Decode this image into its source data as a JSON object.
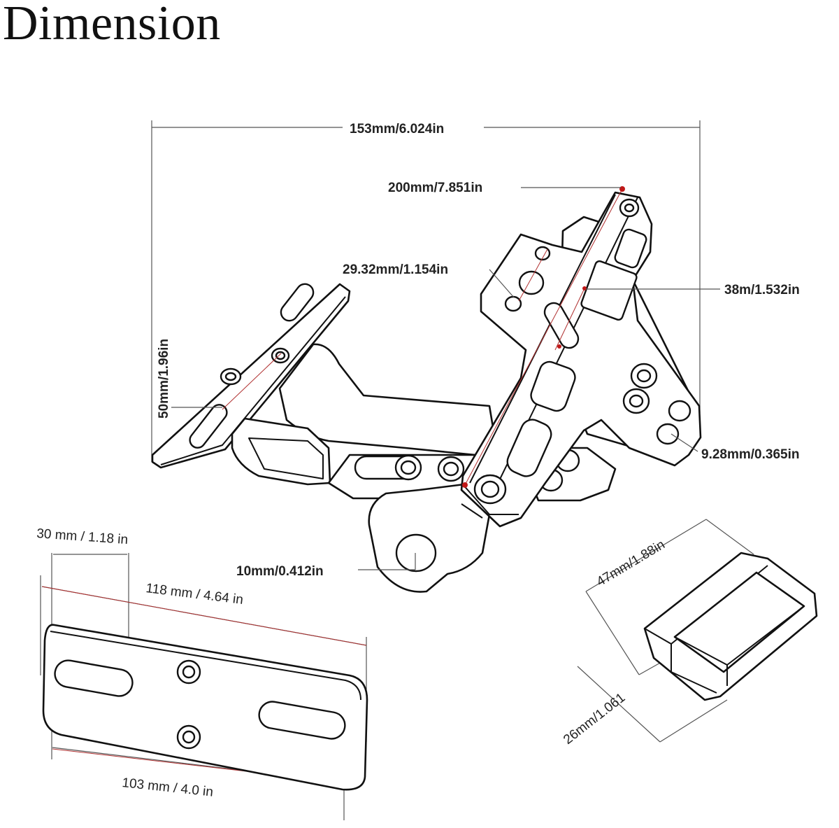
{
  "title": "Dimension",
  "labels": {
    "width_total": "153mm/6.024in",
    "length_diagonal": "200mm/7.851in",
    "hole_spacing": "29.32mm/1.154in",
    "bracket_width": "38m/1.532in",
    "height": "50mm/1.96in",
    "small_hole": "9.28mm/0.365in",
    "clamp_hole": "10mm/0.412in",
    "plate_offset": "30 mm / 1.18 in",
    "plate_outer": "118 mm / 4.64 in",
    "plate_inner": "103 mm / 4.0 in",
    "block_length": "47mm/1.88in",
    "block_width": "26mm/1.061"
  },
  "colors": {
    "line": "#111111",
    "dimension_line": "#555555",
    "marker": "#c01818"
  }
}
